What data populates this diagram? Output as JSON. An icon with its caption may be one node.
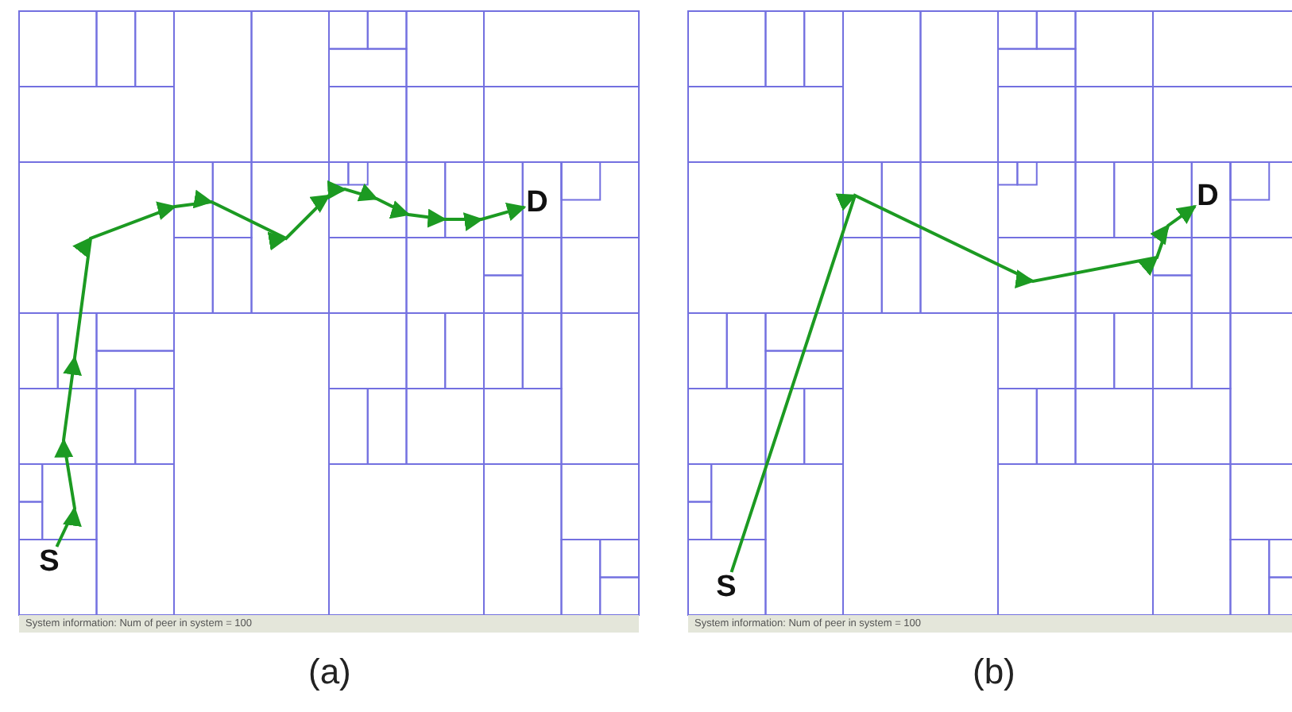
{
  "diagram": {
    "nodes": [
      {
        "text": [
          "S"
        ]
      },
      {
        "text": [
          "D"
        ]
      },
      {
        "text": [
          "S"
        ]
      },
      {
        "text": [
          "D"
        ]
      }
    ],
    "edges": [
      {
        "from": 0,
        "to": 1,
        "arrow": "to"
      },
      {
        "from": 2,
        "to": 3,
        "arrow": "to"
      }
    ],
    "labels": [
      "System information: Num of peer in system = 100",
      "(a)",
      "System information: Num of peer in system = 100",
      "(b)"
    ]
  }
}
